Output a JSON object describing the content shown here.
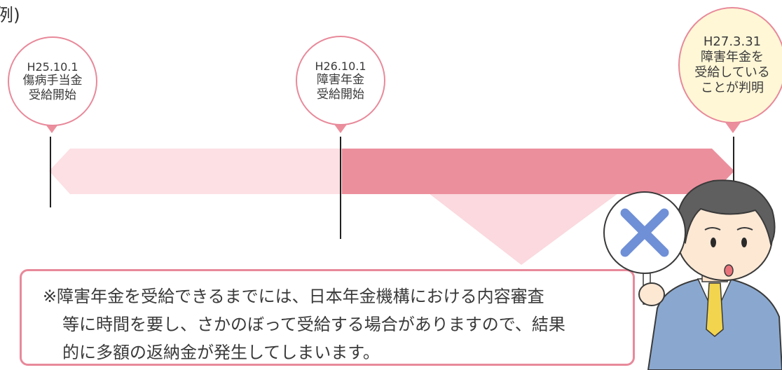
{
  "corner_text": "例)",
  "events": [
    {
      "date": "H25.10.1",
      "lines": [
        "傷病手当金",
        "受給開始"
      ]
    },
    {
      "date": "H26.10.1",
      "lines": [
        "障害年金",
        "受給開始"
      ]
    },
    {
      "date": "H27.3.31",
      "lines": [
        "障害年金を",
        "受給している",
        "ことが判明"
      ]
    }
  ],
  "note": {
    "line1": "※障害年金を受給できるまでには、日本年金機構における内容審査",
    "line2": "等に時間を要し、さかのぼって受給する場合がありますので、結果",
    "line3": "的に多額の返納金が発生してしまいます。"
  },
  "colors": {
    "accent_pink": "#ec8f9d",
    "light_pink": "#fde0e3",
    "callout_pink": "#fbd9de",
    "circle_border": "#e8899a",
    "highlight_yellow": "#fff7d6",
    "x_mark_blue": "#6f8fd6"
  },
  "icons": [
    "x-mark-sign-icon",
    "businessman-illustration"
  ]
}
